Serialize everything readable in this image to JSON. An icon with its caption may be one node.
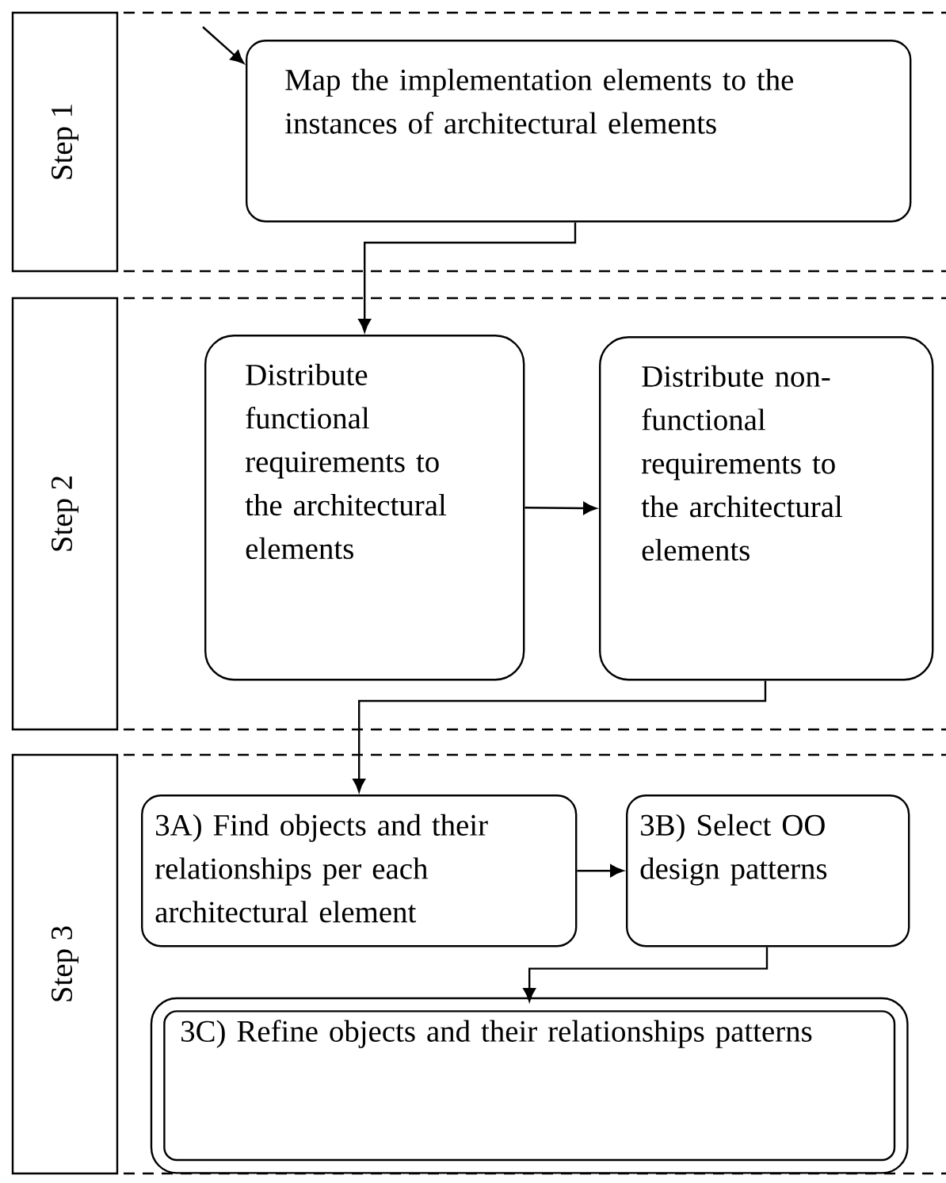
{
  "diagram": {
    "nodes": [
      {
        "text": [
          "Step 1"
        ]
      },
      {
        "text": [
          "Map the implementation elements to the instances of architectural elements"
        ]
      },
      {
        "text": [
          "Step 2"
        ]
      },
      {
        "text": [
          "Distribute functional requirements to the architectural elements"
        ]
      },
      {
        "text": [
          "Distribute non-functional requirements to the architectural elements"
        ]
      },
      {
        "text": [
          "Step 3"
        ]
      },
      {
        "text": [
          "3A) Find objects and their relationships per each architectural element"
        ]
      },
      {
        "text": [
          "3B) Select OO design patterns"
        ]
      },
      {
        "text": [
          "3C) Refine objects and their relationships patterns"
        ]
      }
    ],
    "edges": [
      {
        "from": null,
        "to": 1,
        "arrow": "to"
      },
      {
        "from": 1,
        "to": 3,
        "arrow": "to"
      },
      {
        "from": 3,
        "to": 4,
        "arrow": "to"
      },
      {
        "from": 4,
        "to": 6,
        "arrow": "to"
      },
      {
        "from": 6,
        "to": 7,
        "arrow": "to"
      },
      {
        "from": 7,
        "to": 8,
        "arrow": "to"
      }
    ]
  }
}
